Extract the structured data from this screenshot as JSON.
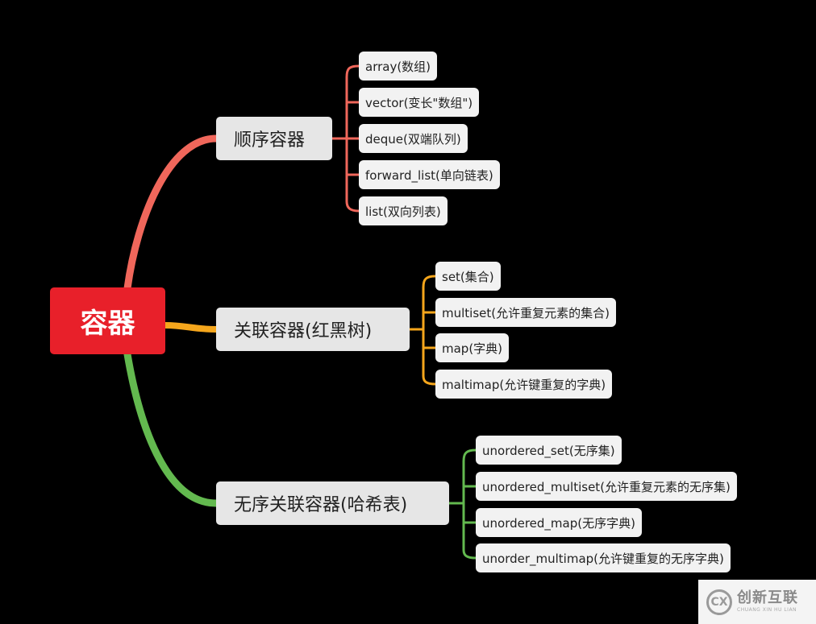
{
  "root": {
    "label": "容器",
    "color": "#e8202a"
  },
  "branches": [
    {
      "label": "顺序容器",
      "color": "#f0675b",
      "items": [
        "array(数组)",
        "vector(变长\"数组\")",
        "deque(双端队列)",
        "forward_list(单向链表)",
        "list(双向列表)"
      ]
    },
    {
      "label": "关联容器(红黑树)",
      "color": "#f5a61c",
      "items": [
        "set(集合)",
        "multiset(允许重复元素的集合)",
        "map(字典)",
        "maltimap(允许键重复的字典)"
      ]
    },
    {
      "label": "无序关联容器(哈希表)",
      "color": "#63b94f",
      "items": [
        "unordered_set(无序集)",
        "unordered_multiset(允许重复元素的无序集)",
        "unordered_map(无序字典)",
        "unorder_multimap(允许键重复的无序字典)"
      ]
    }
  ],
  "watermark": {
    "name": "创新互联",
    "sub": "CHUANG XIN HU LIAN",
    "logo_icon": "cx-logo-icon"
  }
}
